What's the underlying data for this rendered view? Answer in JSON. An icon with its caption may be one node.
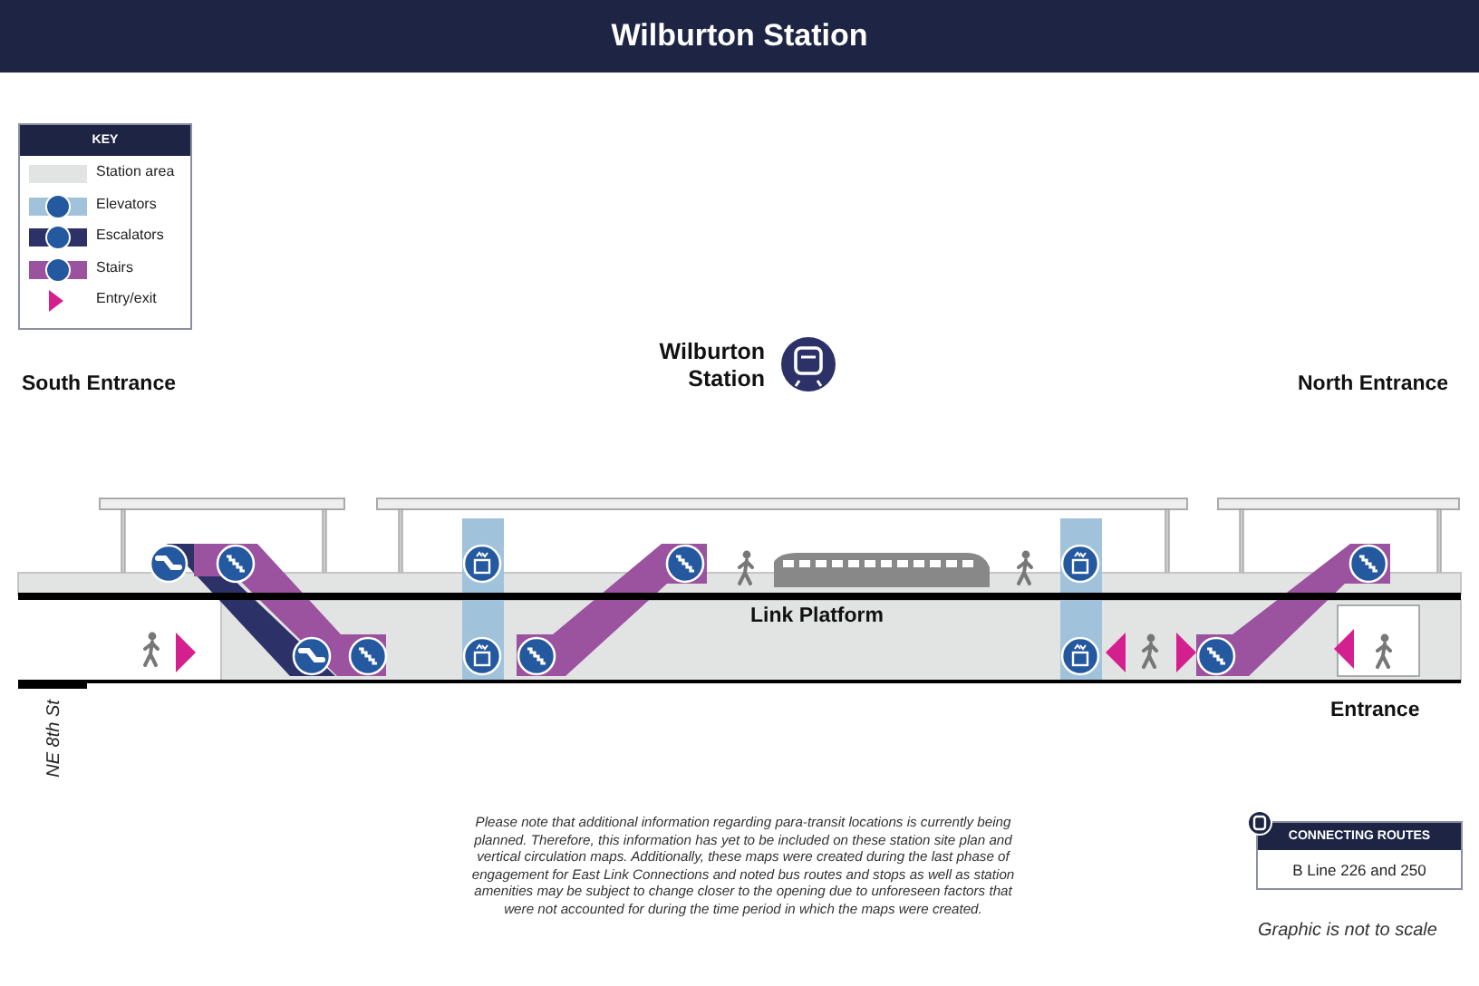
{
  "diagram": {
    "title": "Wilburton Station",
    "nodes": [
      {
        "text": [
          "CONNECTING ROUTES",
          "B Line 226 and 250"
        ]
      }
    ],
    "labels": [
      "KEY",
      "Wilburton Station",
      "South Entrance",
      "North Entrance",
      "Link Platform",
      "Entrance",
      "NE 8th St",
      "Please note that additional information regarding para-transit locations is currently being planned. Therefore, this information has yet to be included on these station site plan and vertical circulation maps. Additionally, these maps were created during the last phase of engagement for East Link Connections and noted bus routes and stops as well as station amenities may be subject to change closer to the opening due to unforeseen factors that were not accounted for during the time period in which the maps were created.",
      "Graphic is not to scale"
    ],
    "legend": [
      {
        "text": "Station area",
        "color": "#e2e3e3"
      },
      {
        "text": "Elevators",
        "color": "#a0c2db"
      },
      {
        "text": "Escalators",
        "color": "#2c3268"
      },
      {
        "text": "Stairs",
        "color": "#9b529f"
      },
      {
        "text": "Entry/exit"
      }
    ]
  }
}
